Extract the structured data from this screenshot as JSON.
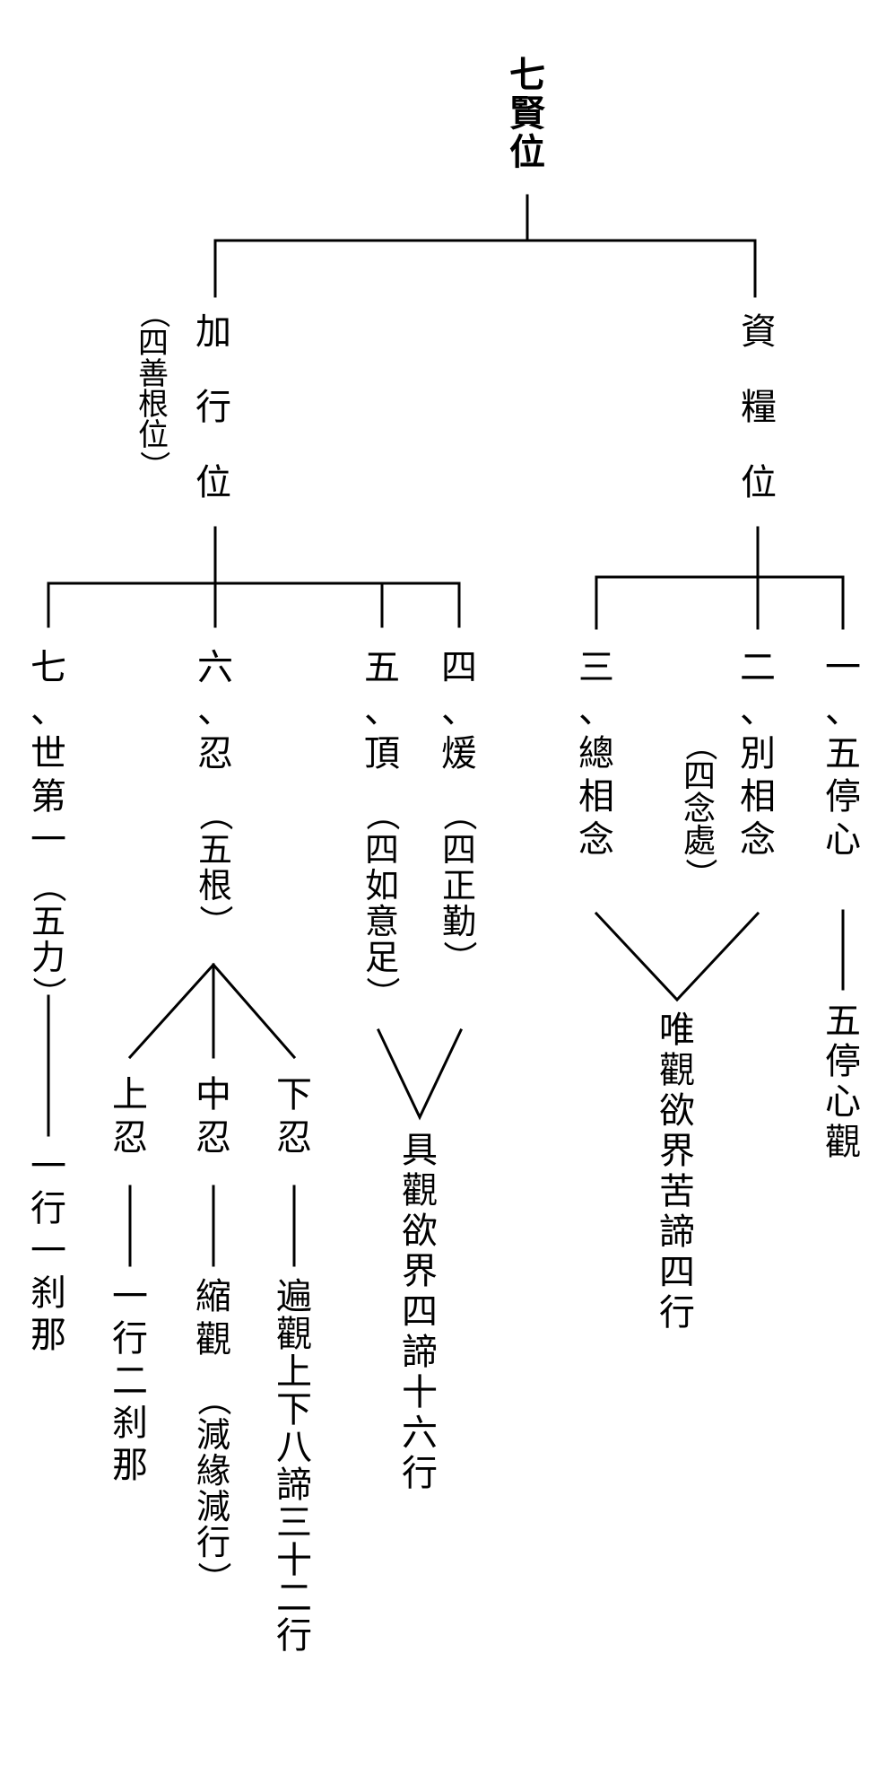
{
  "root": "七賢位",
  "prep": {
    "title": "加行位",
    "note": "（四善根位）"
  },
  "provision": {
    "title": "資糧位"
  },
  "stages": {
    "seventh": {
      "name": "七、世第一",
      "note": "（五力）",
      "practice": "一行一刹那"
    },
    "sixth": {
      "name": "六、忍",
      "note": "（五根）",
      "upper": {
        "name": "上忍",
        "practice": "一行二刹那"
      },
      "middle": {
        "name": "中忍",
        "practice": "縮觀",
        "practice_note": "（減緣減行）"
      },
      "lower": {
        "name": "下忍",
        "practice": "遍觀上下八諦三十二行"
      }
    },
    "fifth": {
      "name": "五、頂",
      "note": "（四如意足）"
    },
    "fourth": {
      "name": "四、煖",
      "note": "（四正勤）"
    },
    "fourth_fifth_practice": "具觀欲界四諦十六行",
    "third": {
      "name": "三、總相念"
    },
    "second": {
      "name": "二、別相念",
      "note": "（四念處）"
    },
    "second_third_practice": "唯觀欲界苦諦四行",
    "first": {
      "name": "一、五停心",
      "practice": "五停心觀"
    }
  }
}
